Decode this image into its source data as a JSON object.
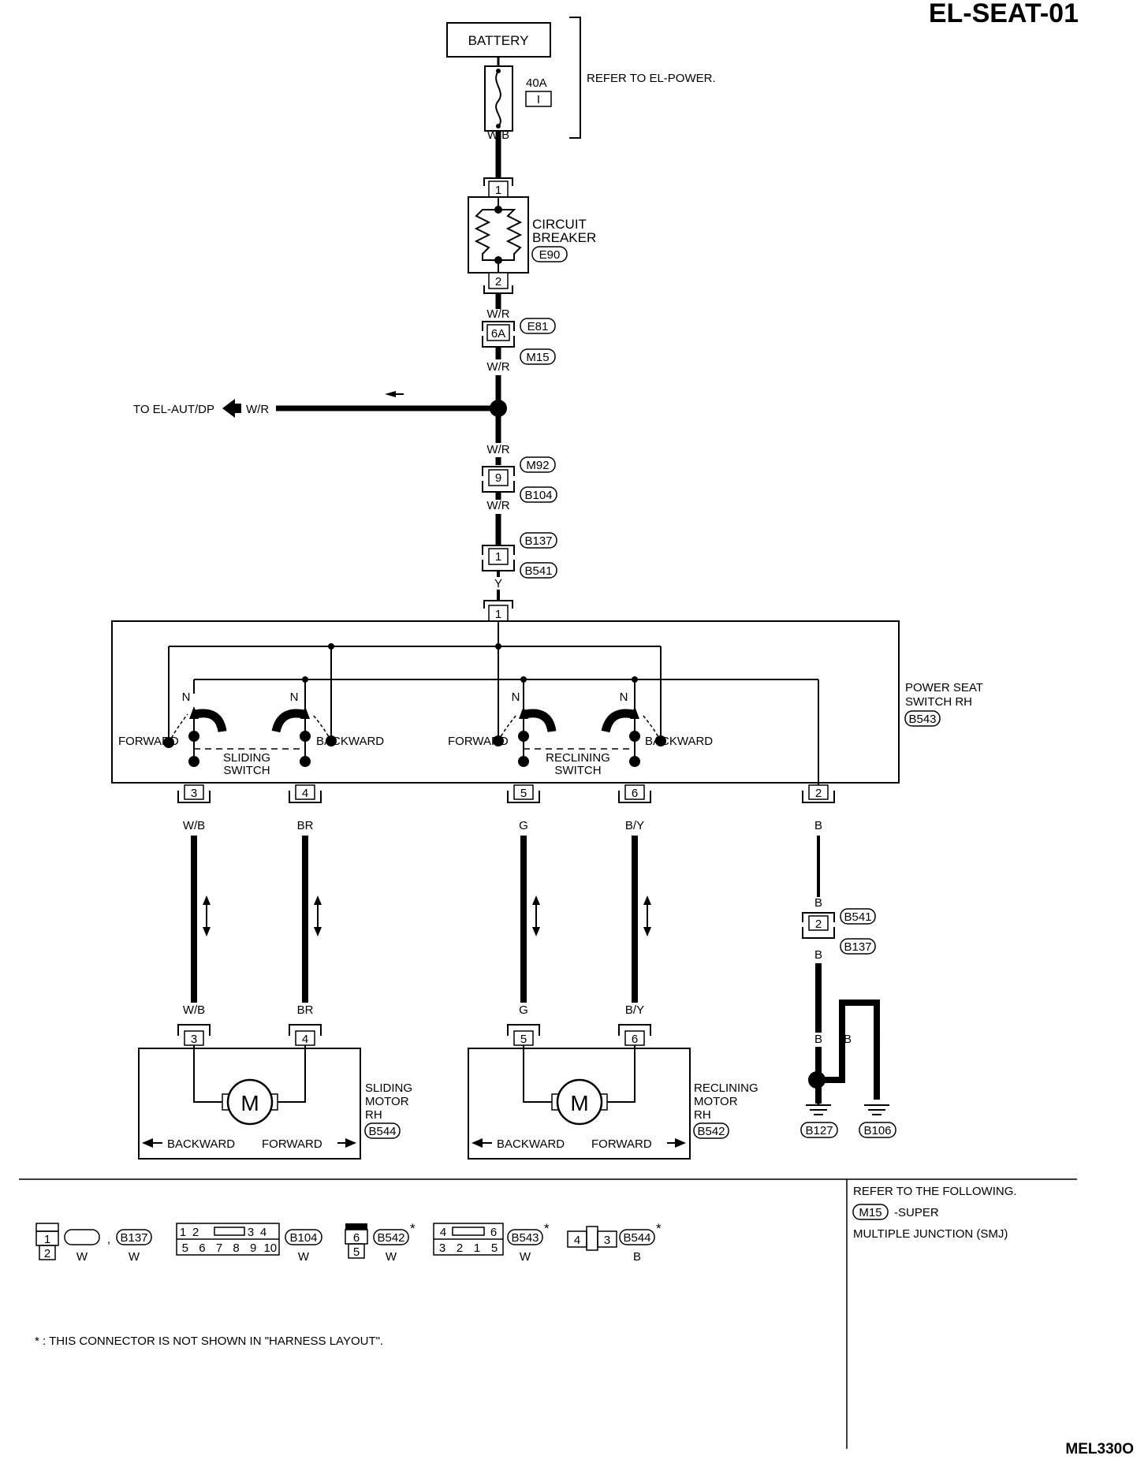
{
  "page_code": "EL-SEAT-01",
  "figure_code": "MEL330O",
  "battery": {
    "label": "BATTERY",
    "fuse_rating": "40A",
    "fuse_letter": "I",
    "refer_note": "REFER TO EL-POWER."
  },
  "circuit_breaker": {
    "line1": "CIRCUIT",
    "line2": "BREAKER",
    "connector": "E90",
    "pin_in": "1",
    "pin_out": "2"
  },
  "wires": {
    "wb": "W/B",
    "wr": "W/R",
    "y": "Y",
    "br": "BR",
    "g": "G",
    "by": "B/Y",
    "b": "B"
  },
  "connectors": {
    "e81": "E81",
    "m15": "M15",
    "m92": "M92",
    "b104": "B104",
    "b137": "B137",
    "b541": "B541",
    "b543": "B543",
    "b544": "B544",
    "b542": "B542",
    "b127": "B127",
    "b106": "B106",
    "pin_6a": "6A",
    "pin_9": "9",
    "pin_1": "1",
    "pin_2": "2",
    "pin_3": "3",
    "pin_4": "4",
    "pin_5": "5",
    "pin_6": "6"
  },
  "branch": {
    "label": "TO EL-AUT/DP"
  },
  "power_seat_switch": {
    "line1": "POWER SEAT",
    "line2": "SWITCH RH",
    "n": "N",
    "forward": "FORWARD",
    "backward": "BACKWARD",
    "sliding_line1": "SLIDING",
    "sliding_line2": "SWITCH",
    "reclining_line1": "RECLINING",
    "reclining_line2": "SWITCH"
  },
  "sliding_motor": {
    "line1": "SLIDING",
    "line2": "MOTOR",
    "line3": "RH",
    "m": "M",
    "backward": "BACKWARD",
    "forward": "FORWARD"
  },
  "reclining_motor": {
    "line1": "RECLINING",
    "line2": "MOTOR",
    "line3": "RH",
    "m": "M",
    "backward": "BACKWARD",
    "forward": "FORWARD"
  },
  "legend": {
    "refer": "REFER TO THE FOLLOWING.",
    "smj_code": "M15",
    "smj_text1": "-SUPER",
    "smj_text2": "MULTIPLE JUNCTION (SMJ)",
    "note": "* : THIS CONNECTOR IS NOT SHOWN IN \"HARNESS LAYOUT\".",
    "asterisk": "*",
    "comma": ",",
    "color_w": "W",
    "color_b": "B",
    "b104_pins_top": [
      "1",
      "2",
      "3",
      "4"
    ],
    "b104_pins_bottom": [
      "5",
      "6",
      "7",
      "8",
      "9",
      "10"
    ],
    "b543_pins_top": [
      "4",
      "6"
    ],
    "b543_pins_bottom": [
      "3",
      "2",
      "1",
      "5"
    ],
    "b544_pins": [
      "4",
      "3"
    ]
  }
}
